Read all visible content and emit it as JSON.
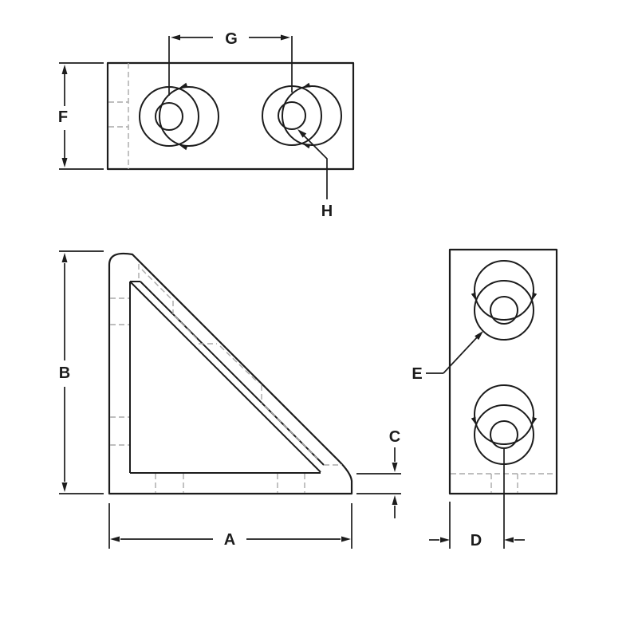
{
  "labels": {
    "A": "A",
    "B": "B",
    "C": "C",
    "D": "D",
    "E": "E",
    "F": "F",
    "G": "G",
    "H": "H"
  },
  "colors": {
    "line": "#1c1c1c",
    "hidden_line": "#a8a8a8",
    "background": "#ffffff"
  }
}
